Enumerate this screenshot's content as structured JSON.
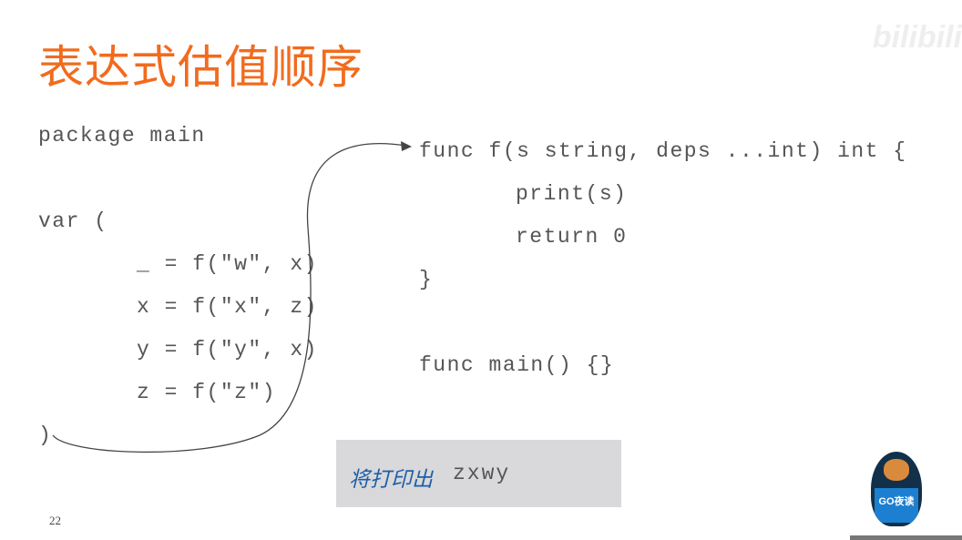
{
  "title": "表达式估值顺序",
  "watermark": "bilibili",
  "left_code": [
    "package main",
    "var (",
    "_ = f(\"w\", x)",
    "x = f(\"x\", z)",
    "y = f(\"y\", x)",
    "z = f(\"z\")",
    ")"
  ],
  "right_code": [
    "func f(s string, deps ...int) int {",
    "print(s)",
    "return 0",
    "}",
    "func main() {}"
  ],
  "note": {
    "prefix": "将打印出",
    "value": "zxwy"
  },
  "page_number": "22",
  "logo_text": "GO夜读"
}
